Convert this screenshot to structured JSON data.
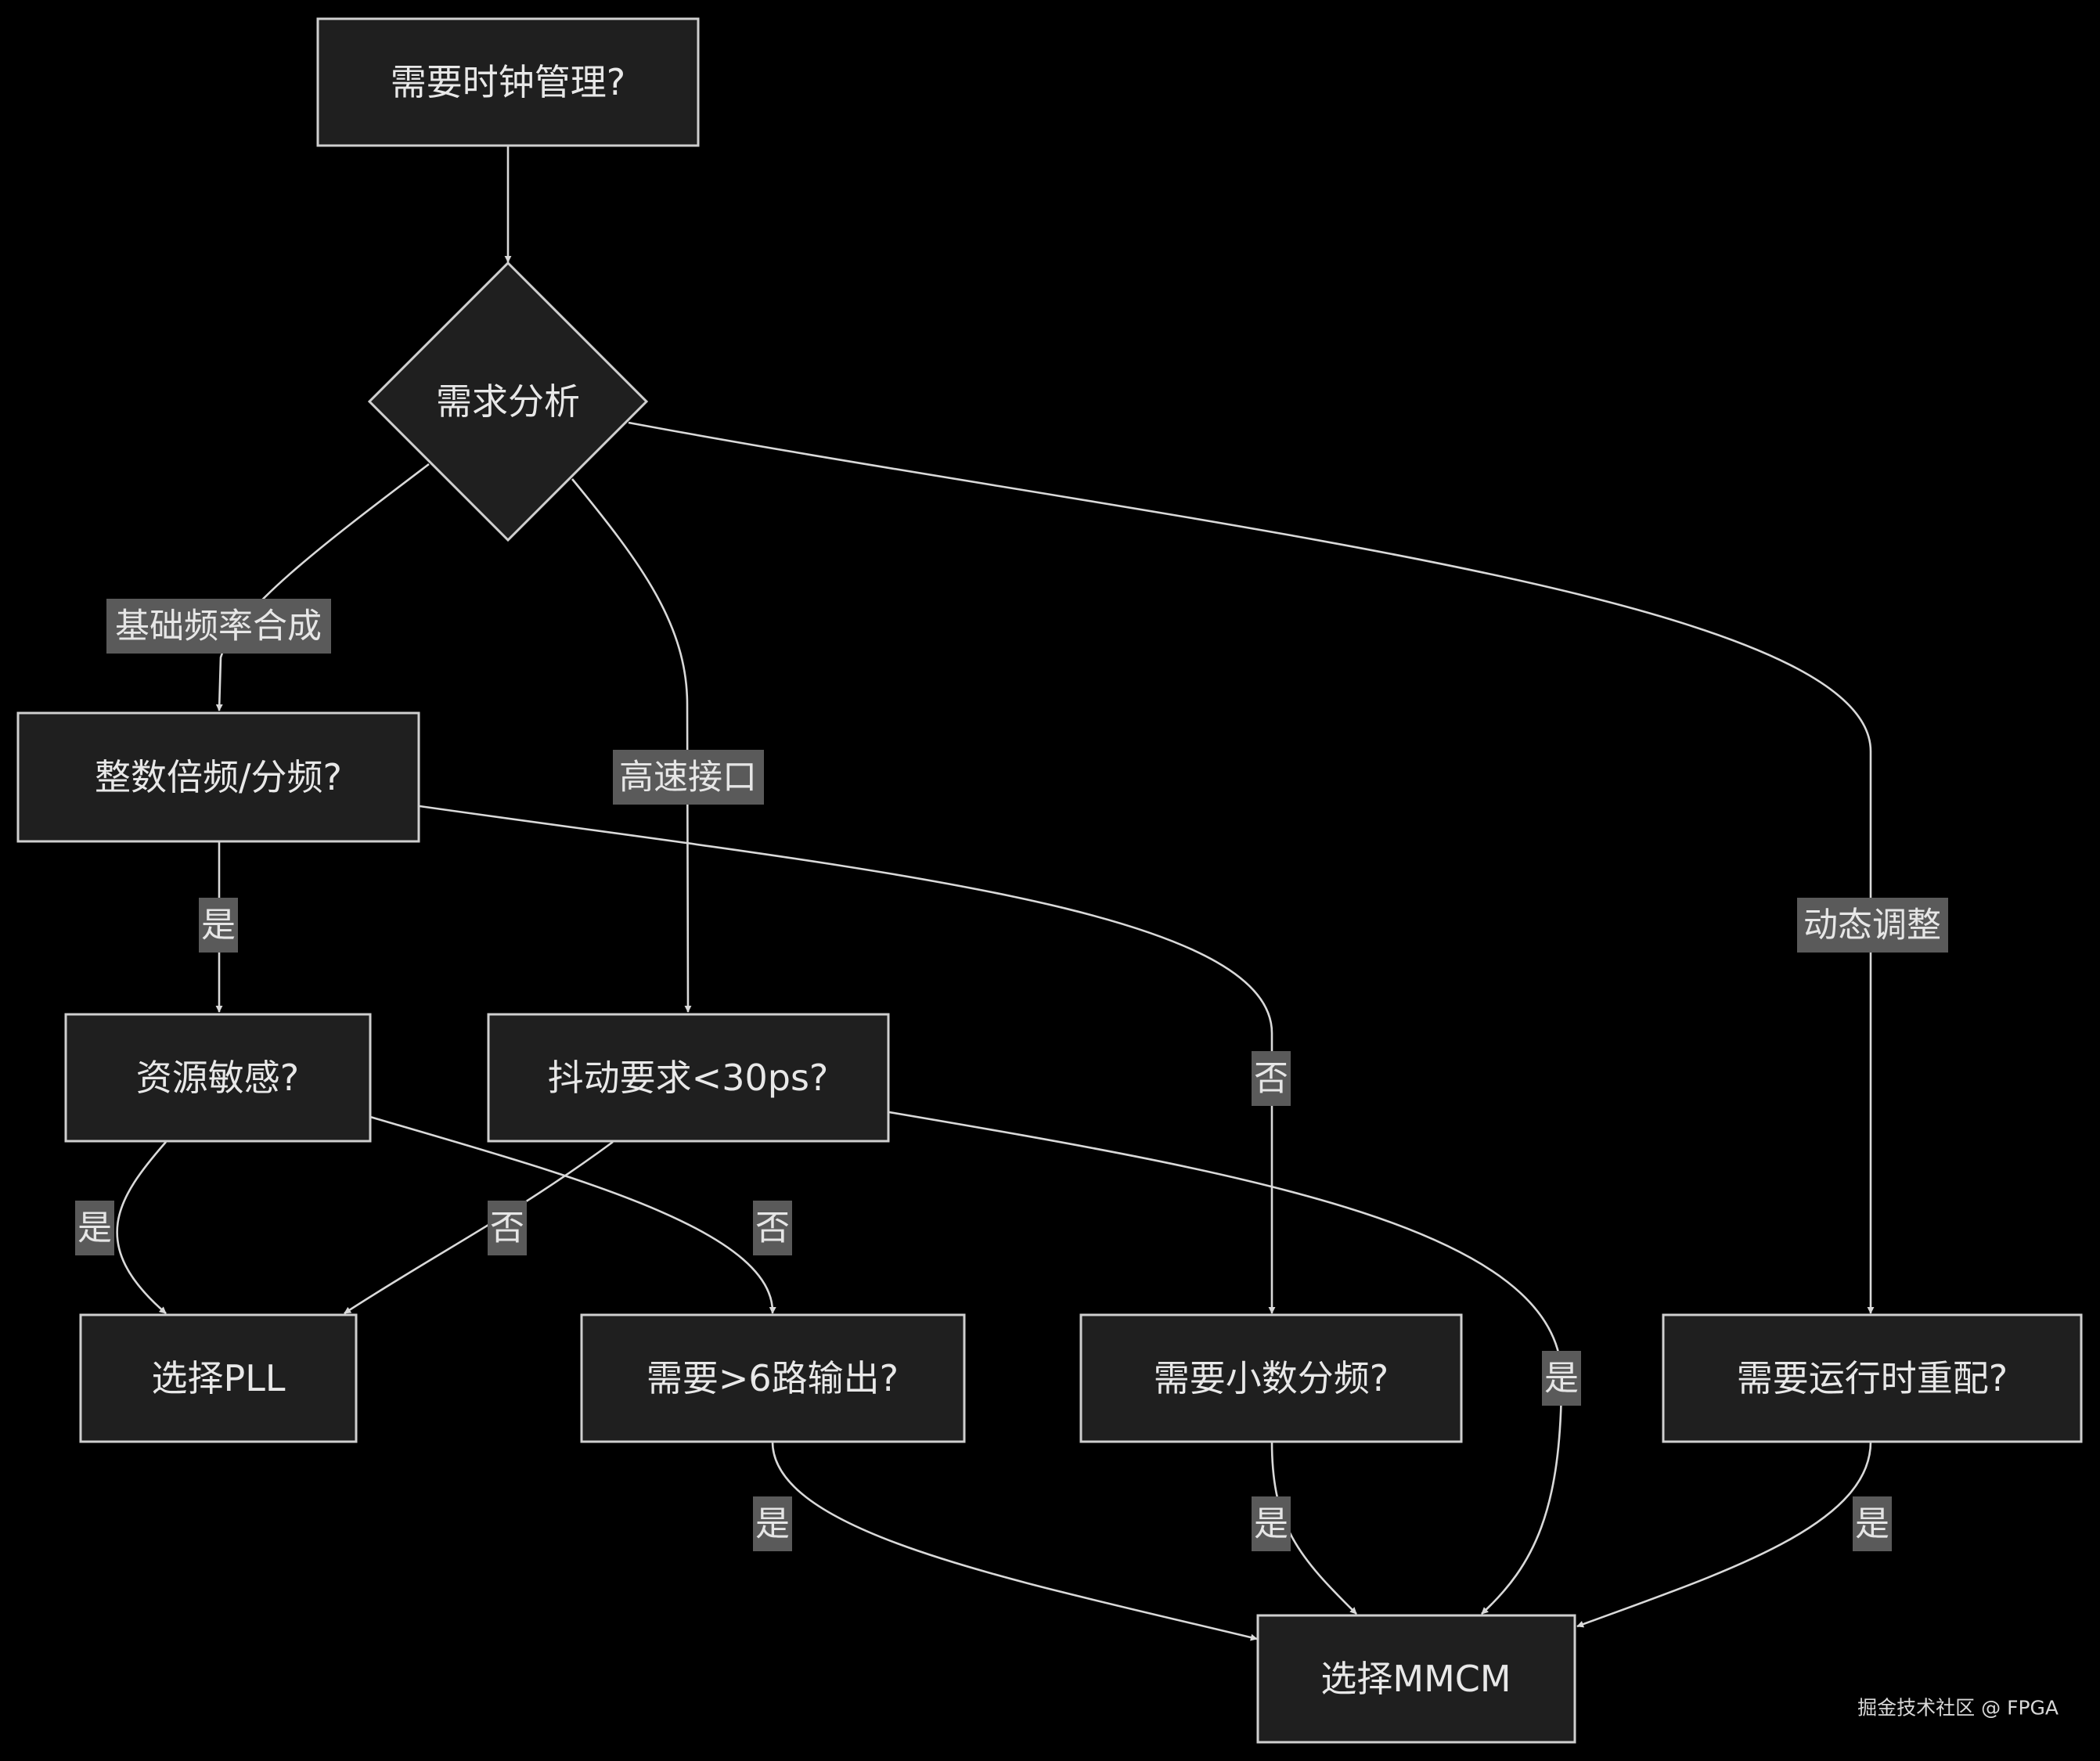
{
  "nodes": {
    "start": "需要时钟管理?",
    "analysis": "需求分析",
    "integer_div": "整数倍频/分频?",
    "resource": "资源敏感?",
    "jitter": "抖动要求<30ps?",
    "pll": "选择PLL",
    "outputs": "需要>6路输出?",
    "fractional": "需要小数分频?",
    "reconfig": "需要运行时重配?",
    "mmcm": "选择MMCM"
  },
  "edge_labels": {
    "basic_synth": "基础频率合成",
    "high_speed": "高速接口",
    "dynamic": "动态调整",
    "yes": "是",
    "no": "否"
  },
  "watermark": "掘金技术社区 @ FPGA"
}
